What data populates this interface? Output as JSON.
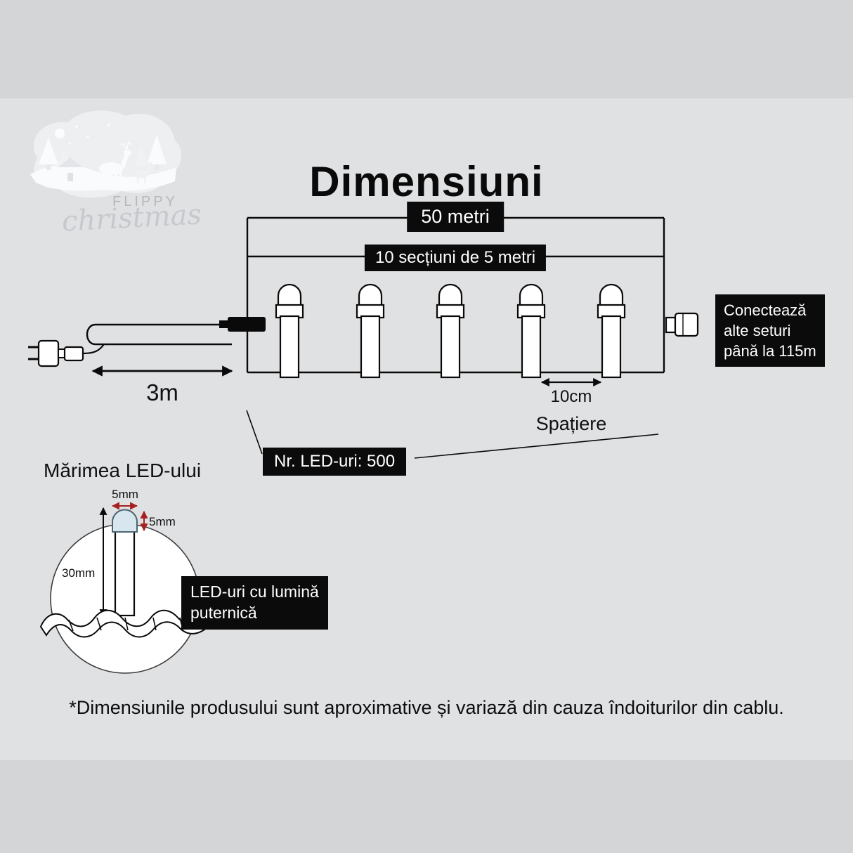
{
  "page": {
    "title": "Dimensiuni",
    "footnote": "*Dimensiunile produsului sunt aproximative și variază din cauza îndoiturilor din cablu."
  },
  "logo": {
    "brand": "FLIPPY",
    "script": "christmas"
  },
  "diagram": {
    "total_length": "50 metri",
    "sections": "10 secțiuni de 5 metri",
    "connect_note": "Conectează\nalte seturi\npână la 115m",
    "lead_length": "3m",
    "spacing_value": "10cm",
    "spacing_label": "Spațiere",
    "led_count": "Nr. LED-uri: 500"
  },
  "led_detail": {
    "title": "Mărimea LED-ului",
    "bulb_width": "5mm",
    "bulb_height": "5mm",
    "led_length": "30mm",
    "callout": "LED-uri cu lumină\nputernică"
  },
  "colors": {
    "label_bg": "#0b0b0b",
    "label_text": "#ffffff",
    "wire": "#0a0a0a",
    "small_arrow_accent": "#a62121"
  }
}
